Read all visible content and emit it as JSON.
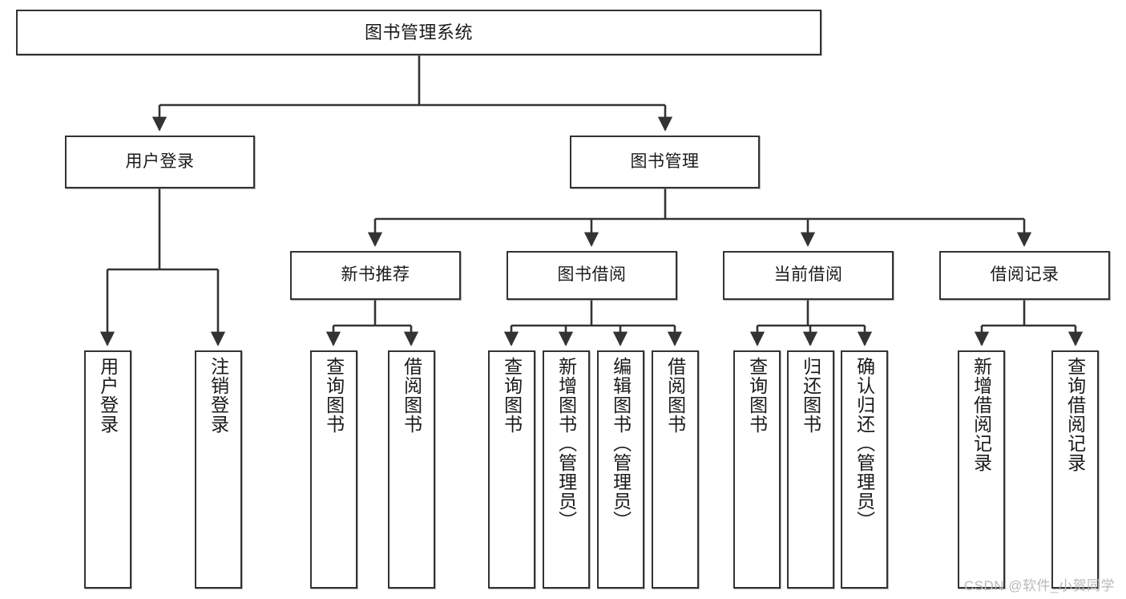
{
  "diagram": {
    "title": "图书管理系统",
    "type": "tree-hierarchy-chart",
    "line_color": "#333333",
    "box_fill": "#ffffff",
    "text_color": "#1a1a1a"
  },
  "root": {
    "label": "图书管理系统"
  },
  "level2": [
    {
      "label": "用户登录"
    },
    {
      "label": "图书管理"
    }
  ],
  "level3": [
    {
      "label": "新书推荐"
    },
    {
      "label": "图书借阅"
    },
    {
      "label": "当前借阅"
    },
    {
      "label": "借阅记录"
    }
  ],
  "leaves": {
    "user_login": [
      {
        "label": "用户登录"
      },
      {
        "label": "注销登录"
      }
    ],
    "new_book": [
      {
        "label": "查询图书"
      },
      {
        "label": "借阅图书"
      }
    ],
    "book_borrow": [
      {
        "label": "查询图书"
      },
      {
        "label": "新增图书（管理员）"
      },
      {
        "label": "编辑图书（管理员）"
      },
      {
        "label": "借阅图书"
      }
    ],
    "current_borrow": [
      {
        "label": "查询图书"
      },
      {
        "label": "归还图书"
      },
      {
        "label": "确认归还（管理员）"
      }
    ],
    "borrow_record": [
      {
        "label": "新增借阅记录"
      },
      {
        "label": "查询借阅记录"
      }
    ]
  },
  "watermark": {
    "text": "CSDN @软件_小贺同学"
  }
}
